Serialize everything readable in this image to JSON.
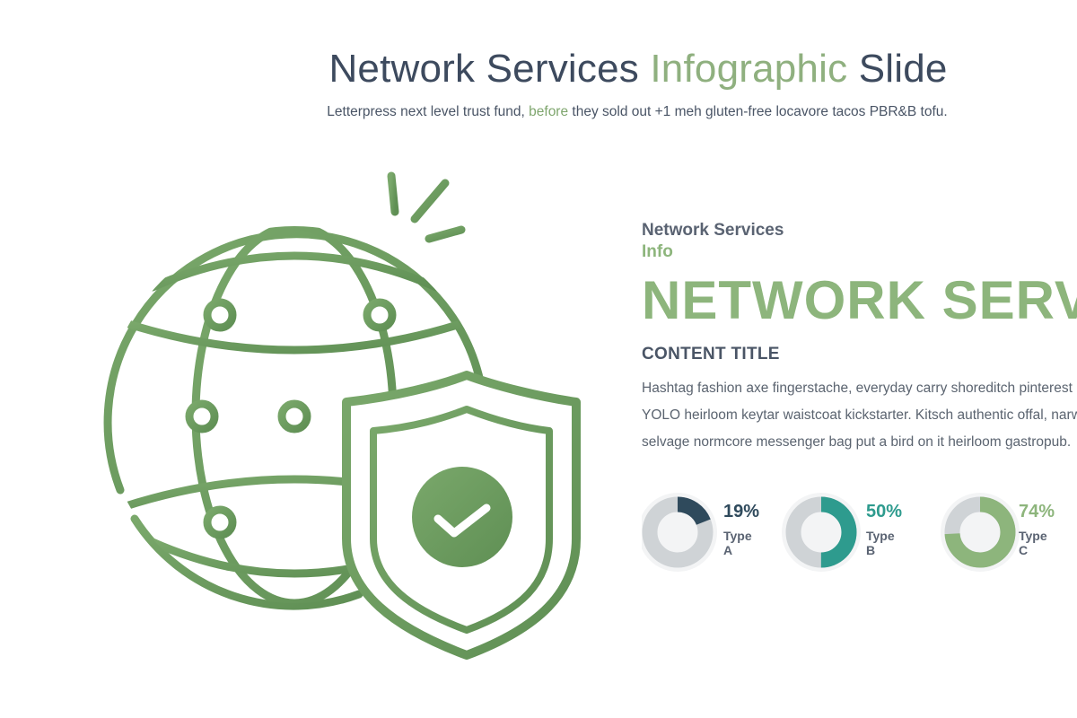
{
  "header": {
    "title_part1": "Network Services ",
    "title_accent": "Infographic",
    "title_part2": " Slide",
    "subtitle_part1": "Letterpress next level trust fund, ",
    "subtitle_accent": "before",
    "subtitle_part2": " they sold out +1 meh gluten-free locavore tacos PBR&B tofu."
  },
  "content": {
    "label_line1": "Network Services",
    "label_line2": "Info",
    "big_heading": "NETWORK SERVI",
    "content_title": "CONTENT TITLE",
    "body_lines": [
      "Hashtag fashion axe fingerstache, everyday carry shoreditch pinterest uma",
      "YOLO heirloom keytar waistcoat kickstarter. Kitsch authentic offal, narwha",
      "selvage normcore messenger bag put a bird on it heirloom gastropub."
    ]
  },
  "stats": [
    {
      "percent": 19,
      "label": "19%",
      "type": "Type A",
      "color": "#2f4a5c"
    },
    {
      "percent": 50,
      "label": "50%",
      "type": "Type B",
      "color": "#2e9b8e"
    },
    {
      "percent": 74,
      "label": "74%",
      "type": "Type C",
      "color": "#8db57c"
    }
  ],
  "illustration": {
    "icons": [
      "globe-icon",
      "shield-icon",
      "checkmark-icon"
    ],
    "color": "#6f9d61"
  }
}
